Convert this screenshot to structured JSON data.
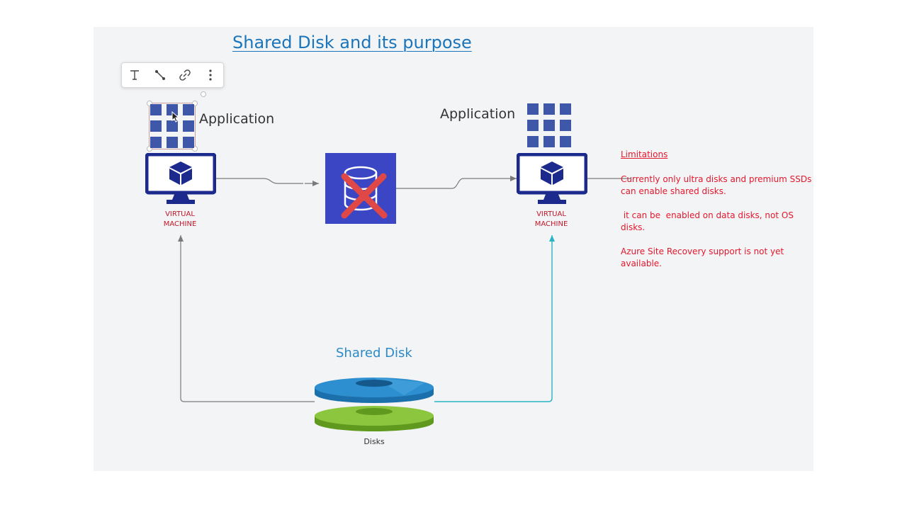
{
  "title": "Shared Disk and its purpose",
  "toolbar": {
    "icons": [
      "text-icon",
      "connector-icon",
      "link-icon",
      "more-options-icon"
    ],
    "bg_color": "#ffffff"
  },
  "left_node": {
    "app_label": "Application",
    "vm_label_1": "VIRTUAL",
    "vm_label_2": "MACHINE"
  },
  "right_node": {
    "app_label": "Application",
    "vm_label_1": "VIRTUAL",
    "vm_label_2": "MACHINE"
  },
  "middle_node": {
    "icon": "database-with-red-x-icon",
    "bg_color": "#3a46c4",
    "x_color": "#e04848"
  },
  "limitations": {
    "heading": "Limitations",
    "items": [
      "Currently only ultra disks and premium SSDs can enable shared disks.",
      " it can be  enabled on data disks, not OS disks.",
      "Azure Site Recovery support is not yet available."
    ]
  },
  "shared_disk": {
    "title": "Shared Disk",
    "label": "Disks"
  },
  "colors": {
    "title": "#1b75bb",
    "vm_blue": "#1b2a8c",
    "app_grid": "#3f57a8",
    "label_red": "#c0182a",
    "limits_red": "#e5172d",
    "disk_blue": "#2d8fd0",
    "disk_green": "#7bbf2a",
    "teal_line": "#27b3c3",
    "gray_line": "#7a7a7a"
  }
}
